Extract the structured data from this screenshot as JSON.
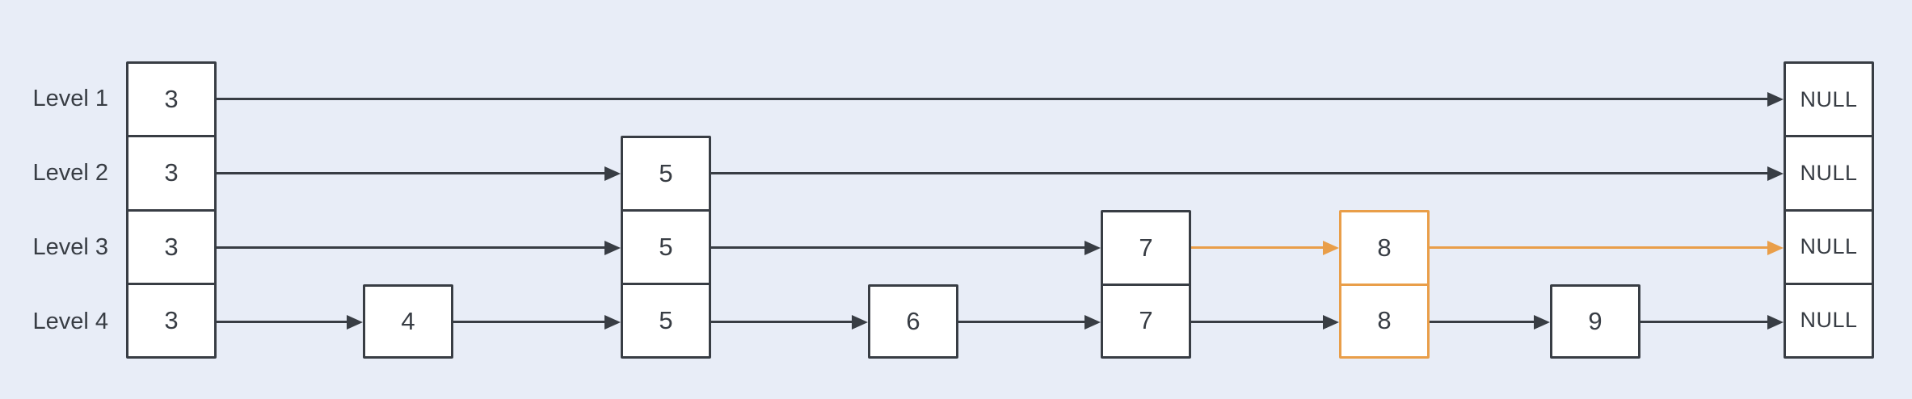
{
  "colors": {
    "background": "#e8edf7",
    "stroke": "#383d44",
    "highlight": "#e99e49",
    "node_fill": "#ffffff",
    "text": "#383d44"
  },
  "level_labels": [
    "Level 1",
    "Level 2",
    "Level 3",
    "Level 4"
  ],
  "node_values": {
    "n3": "3",
    "n4": "4",
    "n5": "5",
    "n6": "6",
    "n7": "7",
    "n8": "8",
    "n9": "9",
    "null_text": "NULL"
  },
  "structure": {
    "kind": "skip-list",
    "levels": [
      {
        "label": "Level 1",
        "sequence": [
          "3",
          "NULL"
        ]
      },
      {
        "label": "Level 2",
        "sequence": [
          "3",
          "5",
          "NULL"
        ]
      },
      {
        "label": "Level 3",
        "sequence": [
          "3",
          "5",
          "7",
          "8",
          "NULL"
        ]
      },
      {
        "label": "Level 4",
        "sequence": [
          "3",
          "4",
          "5",
          "6",
          "7",
          "8",
          "9",
          "NULL"
        ]
      }
    ],
    "highlighted_node": "8",
    "highlighted_edges": [
      "Level 3: 7 -> 8",
      "Level 3: 8 -> NULL"
    ]
  }
}
